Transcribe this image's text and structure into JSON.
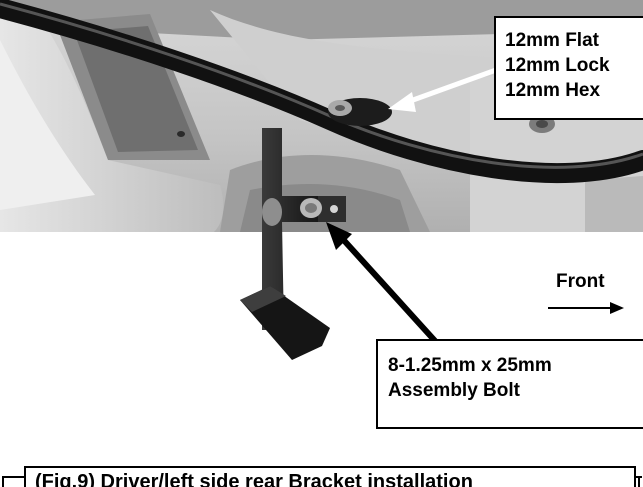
{
  "callouts": {
    "hardware": {
      "lines": [
        "12mm Flat",
        "12mm Lock",
        "12mm Hex"
      ]
    },
    "bolt": {
      "lines": [
        "8-1.25mm x 25mm",
        "Assembly Bolt"
      ]
    }
  },
  "direction": {
    "label": "Front"
  },
  "caption": {
    "text": "(Fig.9) Driver/left side rear Bracket installation"
  }
}
